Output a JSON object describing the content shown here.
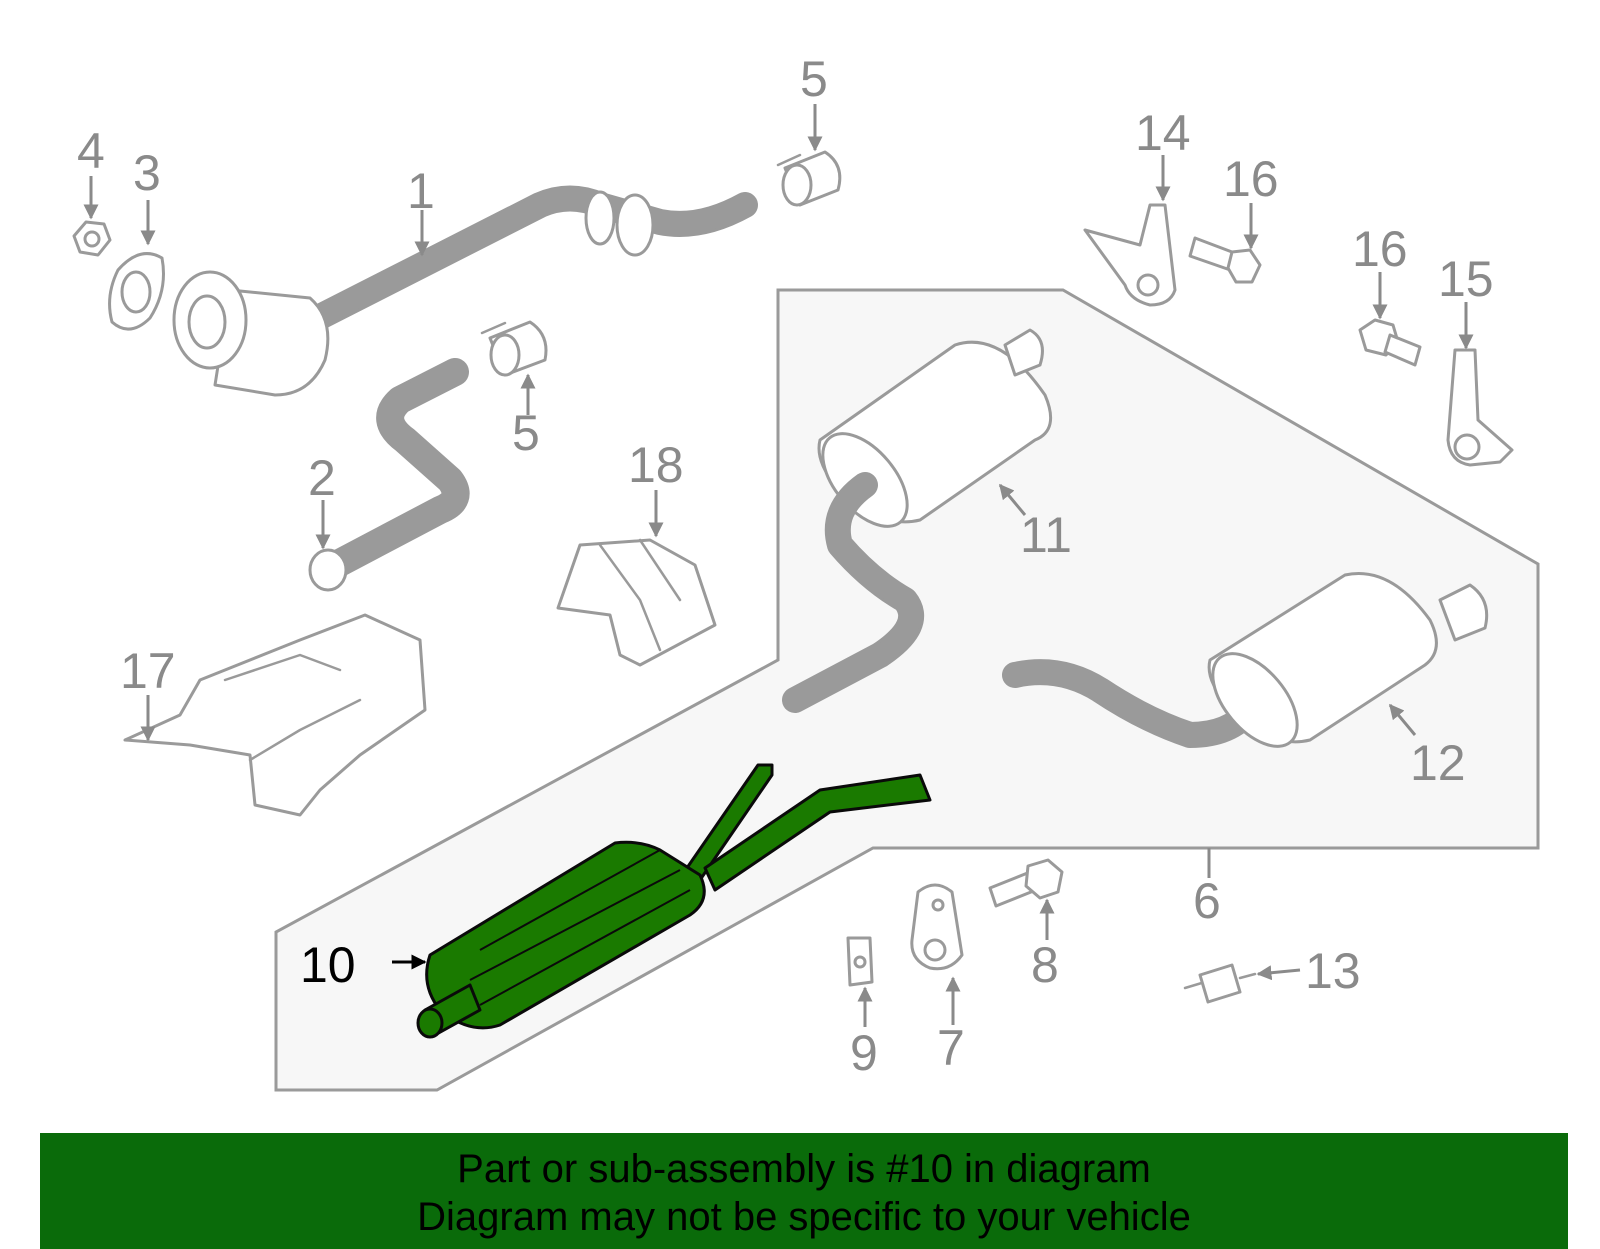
{
  "callouts": {
    "c1": "1",
    "c2": "2",
    "c3": "3",
    "c4": "4",
    "c5a": "5",
    "c5b": "5",
    "c6": "6",
    "c7": "7",
    "c8": "8",
    "c9": "9",
    "c10": "10",
    "c11": "11",
    "c12": "12",
    "c13": "13",
    "c14": "14",
    "c15": "15",
    "c16a": "16",
    "c16b": "16",
    "c17": "17",
    "c18": "18"
  },
  "highlight": {
    "part_number": "10",
    "color": "#1a7a00"
  },
  "banner": {
    "line1": "Part or sub-assembly is #10 in diagram",
    "line2": "Diagram may not be specific to your vehicle",
    "color": "#0a6b0a"
  }
}
